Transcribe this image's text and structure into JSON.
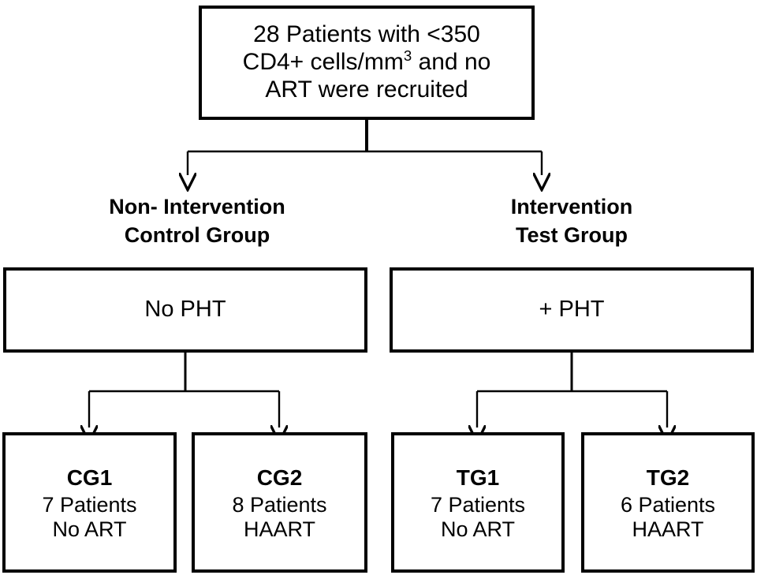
{
  "diagram": {
    "title_text": "CONSORT-style patient allocation flowchart",
    "colors": {
      "stroke": "#000000",
      "background": "#ffffff",
      "text": "#000000"
    },
    "top_node": {
      "line1": "28 Patients with <350",
      "line2_prefix": "CD4+ cells/mm",
      "line2_sup": "3",
      "line2_suffix": " and no",
      "line3": "ART  were recruited"
    },
    "arms": [
      {
        "id": "control",
        "label_line1": "Non- Intervention",
        "label_line2": "Control Group",
        "treatment_box": "No PHT",
        "leaves": [
          {
            "id": "cg1",
            "title": "CG1",
            "count": "7 Patients",
            "therapy": "No ART"
          },
          {
            "id": "cg2",
            "title": "CG2",
            "count": "8 Patients",
            "therapy": "HAART"
          }
        ]
      },
      {
        "id": "test",
        "label_line1": "Intervention",
        "label_line2": "Test Group",
        "treatment_box": "+ PHT",
        "leaves": [
          {
            "id": "tg1",
            "title": "TG1",
            "count": "7 Patients",
            "therapy": "No ART"
          },
          {
            "id": "tg2",
            "title": "TG2",
            "count": "6 Patients",
            "therapy": "HAART"
          }
        ]
      }
    ]
  }
}
